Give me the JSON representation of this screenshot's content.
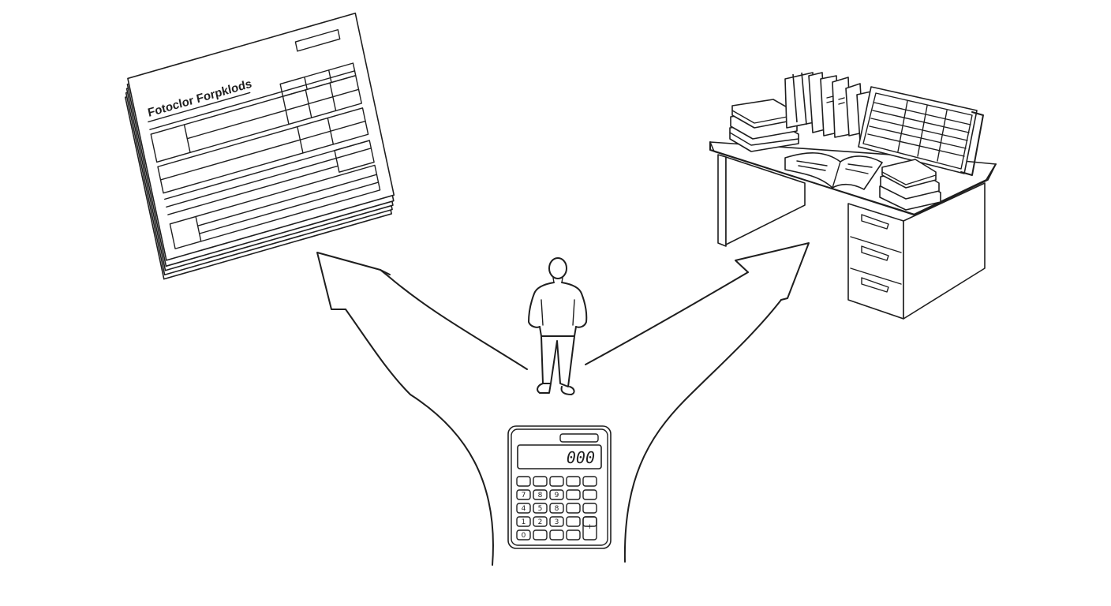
{
  "form": {
    "title": "Fotoclor Forpklods"
  },
  "calculator": {
    "display": "000",
    "keys": [
      [
        "",
        "",
        "",
        "",
        ""
      ],
      [
        "7",
        "8",
        "9",
        "",
        ""
      ],
      [
        "4",
        "5",
        "8",
        "",
        ""
      ],
      [
        "1",
        "2",
        "3",
        "",
        ""
      ],
      [
        "0",
        "",
        "",
        "",
        "+"
      ]
    ]
  },
  "colors": {
    "ink": "#1e1e1e",
    "background": "#ffffff"
  }
}
